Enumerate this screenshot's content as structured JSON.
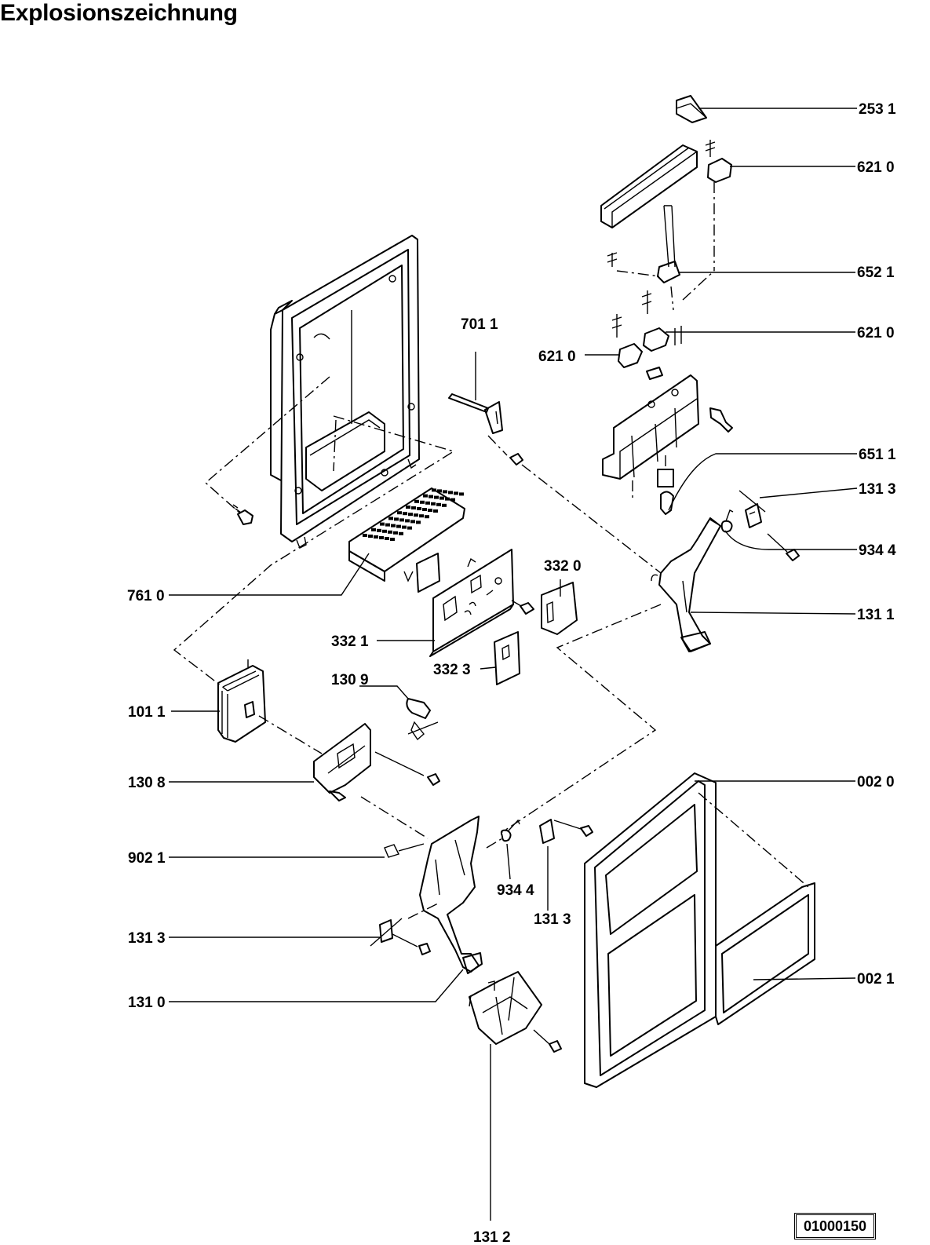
{
  "title": "Explosionszeichnung",
  "document_number": "01000150",
  "labels": {
    "p2531": "253 1",
    "p6210a": "621 0",
    "p6521": "652 1",
    "p6210b": "621 0",
    "p6210c": "621 0",
    "p7011": "701 1",
    "p6511": "651 1",
    "p1313a": "131 3",
    "p9344a": "934 4",
    "p3320": "332 0",
    "p7610": "761 0",
    "p1311": "131 1",
    "p3321": "332 1",
    "p3323": "332 3",
    "p1309": "130 9",
    "p1011": "101 1",
    "p1308": "130 8",
    "p0020": "002 0",
    "p9021": "902 1",
    "p9344b": "934 4",
    "p1313b": "131 3",
    "p1313c": "131 3",
    "p0021": "002 1",
    "p1310": "131 0",
    "p1312": "131 2"
  }
}
